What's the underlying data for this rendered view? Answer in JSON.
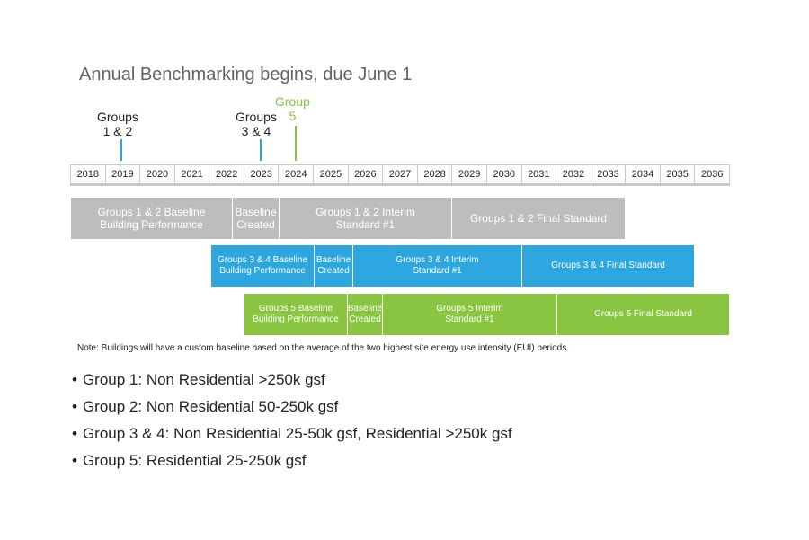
{
  "title": "Annual Benchmarking begins, due June 1",
  "markers": [
    {
      "label": "Groups\n1 & 2",
      "year": "2019",
      "color": "#2ea6df"
    },
    {
      "label": "Groups\n3 & 4",
      "year": "2023",
      "color": "#2ea6df"
    },
    {
      "label": "Group\n5",
      "year": "2024",
      "color": "#89c540"
    }
  ],
  "years": [
    "2018",
    "2019",
    "2020",
    "2021",
    "2022",
    "2023",
    "2024",
    "2025",
    "2026",
    "2027",
    "2028",
    "2029",
    "2030",
    "2031",
    "2032",
    "2033",
    "2034",
    "2035",
    "2036"
  ],
  "groups_12": {
    "color": "#bdbdbd",
    "baseline_performance": "Groups 1 & 2 Baseline\nBuilding Performance",
    "baseline_created": "Baseline\nCreated",
    "interim": "Groups 1 & 2 Interim\nStandard #1",
    "final": "Groups 1 & 2 Final Standard"
  },
  "groups_34": {
    "color": "#2ea6df",
    "baseline_performance": "Groups 3 & 4 Baseline\nBuilding Performance",
    "baseline_created": "Baseline\nCreated",
    "interim": "Groups 3 & 4 Interim\nStandard #1",
    "final": "Groups 3 & 4 Final Standard"
  },
  "group_5": {
    "color": "#89c540",
    "baseline_performance": "Groups 5 Baseline\nBuilding Performance",
    "baseline_created": "Baseline\nCreated",
    "interim": "Groups 5 Interim\nStandard #1",
    "final": "Groups 5 Final Standard"
  },
  "note": "Note: Buildings will have a custom baseline based on the average of the two highest site energy use intensity (EUI) periods.",
  "bullet_symbol": "•",
  "bullets": [
    "Group 1: Non Residential >250k gsf",
    "Group 2: Non Residential 50-250k gsf",
    "Group 3 & 4: Non Residential 25-50k gsf, Residential >250k gsf",
    "Group 5: Residential 25-250k gsf"
  ]
}
